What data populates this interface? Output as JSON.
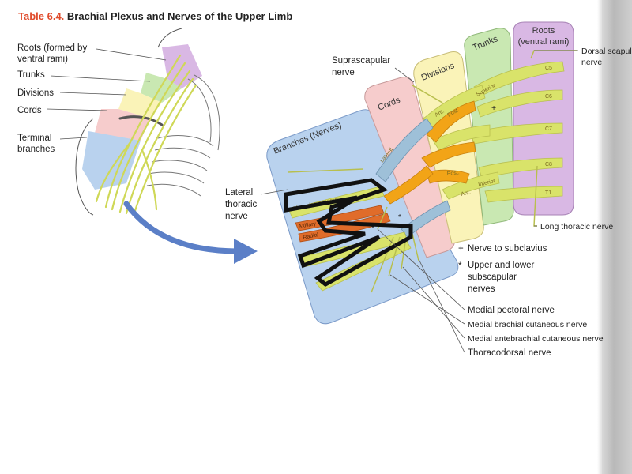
{
  "title": {
    "number": "Table 6.4.",
    "text": "Brachial Plexus and Nerves of the Upper Limb"
  },
  "left_figure": {
    "labels": {
      "roots_line1": "Roots (formed by",
      "roots_line2": "ventral rami)",
      "trunks": "Trunks",
      "divisions": "Divisions",
      "cords": "Cords",
      "terminal_line1": "Terminal",
      "terminal_line2": "branches"
    }
  },
  "right_figure": {
    "regions": {
      "branches": "Branches (Nerves)",
      "cords": "Cords",
      "divisions": "Divisions",
      "trunks": "Trunks",
      "roots_line1": "Roots",
      "roots_line2": "(ventral rami)"
    },
    "inner_labels": {
      "superior": "Superior",
      "inferior": "Inferior",
      "ant": "Ant.",
      "post": "Post.",
      "lateral": "Lateral",
      "c5": "C5",
      "c6": "C6",
      "c7": "C7",
      "c8": "C8",
      "t1": "T1",
      "musculocutaneous": "Musculocutaneous",
      "axillary": "Axillary",
      "radial": "Radial"
    },
    "labels": {
      "suprascapular_line1": "Suprascapular",
      "suprascapular_line2": "nerve",
      "dorsal_scapular_line1": "Dorsal scapular",
      "dorsal_scapular_line2": "nerve",
      "lateral_thoracic_line1": "Lateral",
      "lateral_thoracic_line2": "thoracic",
      "lateral_thoracic_line3": "nerve",
      "long_thoracic": "Long thoracic nerve",
      "nerve_subclavius_symbol": "+",
      "nerve_subclavius": "Nerve to subclavius",
      "subscapular_symbol": "*",
      "subscapular_line1": "Upper and lower",
      "subscapular_line2": "subscapular",
      "subscapular_line3": "nerves",
      "medial_pectoral": "Medial pectoral nerve",
      "medial_brachial": "Medial brachial cutaneous nerve",
      "medial_antebrachial": "Medial antebrachial cutaneous nerve",
      "thoracodorsal": "Thoracodorsal nerve"
    }
  },
  "colors": {
    "title_number": "#e04a2a",
    "roots": "#d9b8e4",
    "trunks": "#c9e8b2",
    "divisions": "#faf3b8",
    "cords": "#f6cccc",
    "branches": "#b9d2ee",
    "nerve": "#d9e36a",
    "arrow": "#5b7fc7",
    "highlight": "#111111"
  }
}
